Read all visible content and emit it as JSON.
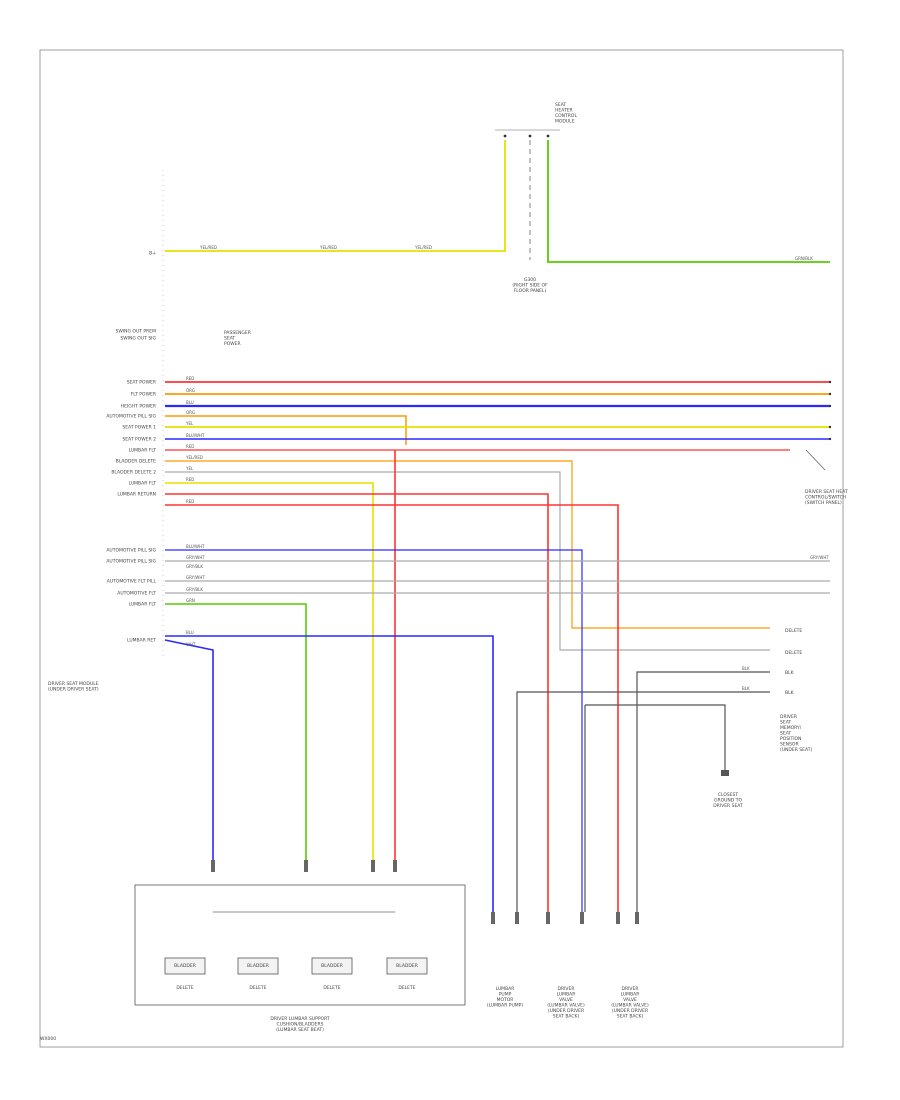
{
  "diagram": {
    "footer_code": "WX000",
    "module_label": [
      "DRIVER SEAT MODULE",
      "(UNDER DRIVER SEAT)"
    ],
    "heater_block_label": [
      "DRIVER LUMBAR SUPPORT",
      "CUSHION/BLADDERS",
      "(LUMBAR SEAT BEAT)"
    ],
    "pin_labels": [
      "B+",
      "SWING OUT PREM",
      "SWING OUT SIG",
      "SEAT POWER",
      "FLT POWER",
      "HEIGHT POWER",
      "AUTOMOTIVE PILL SIG",
      "SEAT POWER 1",
      "SEAT POWER 2",
      "LUMBAR FLT",
      "BLADDER DELETE",
      "BLADDER DELETE 2",
      "LUMBAR FLT",
      "LUMBAR RETURN",
      "AUTOMOTIVE PILL SIG",
      "AUTOMOTIVE PILL SIG",
      "AUTOMOTIVE FLT PILL",
      "AUTOMOTIVE FLT",
      "LUMBAR FLT",
      "LUMBAR RET"
    ],
    "wire_labels": [
      "YEL/RED",
      "YEL/RED",
      "YEL/RED",
      "RED",
      "ORG",
      "BLU",
      "ORG",
      "YEL",
      "BLU/WHT",
      "RED",
      "YEL/RED",
      "YEL",
      "RED",
      "BLU/WHT",
      "GRY/WHT",
      "GRY/BLK",
      "GRY/WHT",
      "GRY/BLK",
      "GRN",
      "BLU",
      "WHT",
      "RED",
      "GRY/WHT",
      "BLK",
      "BLK",
      "GRN/BLK"
    ],
    "top_connector_label": [
      "SEAT",
      "HEATER",
      "CONTROL",
      "MODULE"
    ],
    "ground_label": [
      "G300",
      "(RIGHT SIDE OF",
      "FLOOR PANEL)"
    ],
    "amplifier_label": [
      "PASSENGER",
      "SEAT",
      "POWER"
    ],
    "right_labels": [
      [
        "DRIVER SEAT HEAT",
        "CONTROL/SWITCH",
        "(SWITCH PANEL)"
      ],
      [
        "DELETE"
      ],
      [
        "DELETE"
      ],
      [
        "BLK"
      ],
      [
        "BLK"
      ],
      [
        "DRIVER",
        "SEAT",
        "MEMORY/",
        "SEAT",
        "POSITION",
        "SENSOR",
        "(UNDER SEAT)"
      ],
      [
        "CLOSEST",
        "GROUND TO",
        "DRIVER SEAT"
      ]
    ],
    "bottom_components": [
      [
        "LUMBAR",
        "PUMP",
        "MOTOR",
        "(LUMBAR PUMP)"
      ],
      [
        "DRIVER",
        "LUMBAR",
        "VALVE",
        "(LUMBAR VALVE)",
        "(UNDER DRIVER",
        "SEAT BACK)"
      ],
      [
        "DRIVER",
        "LUMBAR",
        "VALVE",
        "(LUMBAR VALVE)",
        "(UNDER DRIVER",
        "SEAT BACK)"
      ]
    ],
    "bladder_labels": [
      "BLADDER",
      "BLADDER",
      "BLADDER",
      "BLADDER"
    ],
    "bladder_sublabels": [
      "DELETE",
      "DELETE",
      "DELETE",
      "DELETE"
    ],
    "colors": {
      "yellow": "#e6e000",
      "red": "#ff3333",
      "orange": "#ff9900",
      "blue": "#2a2aff",
      "green": "#55cc00",
      "gray": "#888888",
      "black": "#333333"
    }
  }
}
